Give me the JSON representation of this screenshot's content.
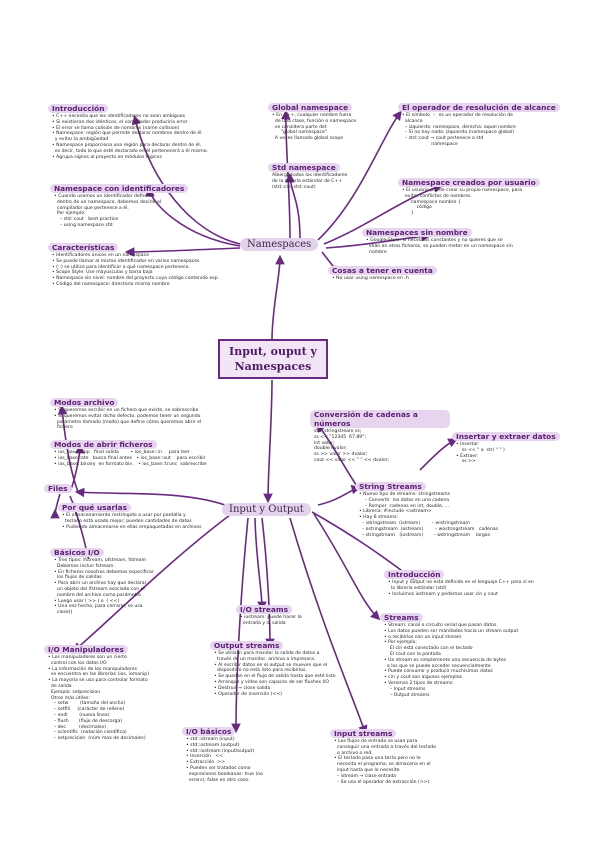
{
  "central": {
    "line1": "Input, ouput y",
    "line2": "Namespaces"
  },
  "hubs": {
    "namespaces": "Namespaces",
    "io": "Input y Output"
  },
  "blocks": {
    "introduccion": {
      "title": "Introducción",
      "lines": [
        "• C++ necesita que los identificadores no sean ambiguos",
        "• Si existieran dos idénticos, el compilador produciría error",
        "• El error se llama colisión de nombres (name collision)",
        "• Namespace: región que permite declarar nombres dentro de él",
        "  y evitar la ambigüedad",
        "• Namespace proporciona una región para declarar dentro de él,",
        "  es decir, todo lo que esté declarado en él pertenecerá a él mismo.",
        "• Agrupa signos al proyecto en módulos lógicos"
      ]
    },
    "ns_ident": {
      "title": "Namespace con identificadores",
      "lines": [
        "• Cuando usamos un identificador definido",
        "  dentro de un namespace, debemos decirle al",
        "  compilador que pertenece a él.",
        "  Por ejemplo:",
        "    – std::cout   best practice",
        "    – using namespace std"
      ]
    },
    "caracteristicas": {
      "title": "Características",
      "lines": [
        "• Identificadores únicos en un namespace",
        "• Se puede llamar al mismo identificador en varios namespaces",
        "• (::) se utiliza para identificar a qué namespace pertenece.",
        "• Scope Style: Use mayúsculas y barra baja",
        "• Namespace sin nivel: nombre del proyecto cuyo código contenido esp.",
        "• Código del namespace: directorio mismo nombre"
      ]
    },
    "global_ns": {
      "title": "Global namespace",
      "lines": [
        "• En C++, cualquier nombre fuera",
        "  de una clase, función o namespace",
        "  se considera parte del:",
        "      \"global namespace\"",
        "  A veces llamado global scope"
      ]
    },
    "std_ns": {
      "title": "Std namespace",
      "lines": [
        "Alberga todos los identificadores",
        "de la librería estándar de C++",
        "(std::cin, std::cout)"
      ]
    },
    "op_alcance": {
      "title": "El operador de resolución de alcance",
      "lines": [
        "• El símbolo  ::  es un operador de resolución de",
        "  alcance",
        "  – izquierda: namespace, derecha: aquel nombre",
        "  – Si no hay nada: izquierda (namespace global)",
        "  – std::cout → cout pertenece a std",
        "                    namespace"
      ]
    },
    "ns_usuario": {
      "title": "Namespace creados por usuario",
      "lines": [
        "• El usuario puede crear su propio namespace, para",
        "  evitar conflictos de nombres.",
        "      namespace nombre {",
        "          código",
        "      }"
      ]
    },
    "ns_sin_nombre": {
      "title": "Namespaces sin nombre",
      "lines": [
        "• Google-Style: si necesitas constantes y no quieres que se",
        "  vean en otros ficheros, se pueden meter en un namespace sin",
        "  nombre"
      ]
    },
    "cosas_cuenta": {
      "title": "Cosas a tener en cuenta",
      "lines": [
        "• No usar using namespace en .h"
      ]
    },
    "modos_archivo": {
      "title": "Modos archivo",
      "lines": [
        "• Si queremos escribir en un fichero que existe, se sobrescribe",
        "• Si queremos evitar dicho defecto, podemos tener un segundo",
        "  parámetro llamado (modo) que define cómo queremos abrir el",
        "  fichero"
      ]
    },
    "modos_abrir": {
      "title": "Modos de abrir ficheros",
      "lines": [
        "• ios_base::app   final salida        • ios_base::in     para leer",
        "• ios_base::ate   busca final antes   • ios_base::out    para escribir",
        "• ios_base::binary  en formato bin.   • ios_base::trunc  sobrescribe"
      ]
    },
    "files": {
      "title": "Files",
      "lines": []
    },
    "por_que_usarlas": {
      "title": "Por qué usarlas",
      "lines": [
        "• El almacenamiento restringido a usar por pantalla y",
        "  teclado está usado mejor; pueden cantidades de datos",
        "• Pudiendo almacenarse en ellas empaquetadas en archivos"
      ]
    },
    "basicos_io": {
      "title": "Básicos I/O",
      "lines": [
        "• Tres tipos: ifstream, ofstream, fstream",
        "  Debemos incluir fstream.",
        "• En ficheros nosotros debemos especificar",
        "  los flujos de salidas",
        "• Para abrir un archivo hay que declarar",
        "  un objeto del ifstream asociado con el",
        "  nombre del archivo como parámetro",
        "• Luego usar ( >> ) o  ( <<)",
        "• Una vez hecho, para cerrarlo, se usa",
        "  close()"
      ]
    },
    "io_manipuladores": {
      "title": "I/O Manipuladores",
      "lines": [
        "• Los manipuladores son un cierto",
        "  control con los datos I/O",
        "• La información de los manipuladores",
        "  se encuentra en las librerías (ios, iomanip)",
        "• La mayoría se usa para controlar formato",
        "  de salida",
        "  Ejemplo: setprecision",
        "  Otros más útiles:",
        "    – setw        (tamaño del ancho)",
        "    – setfill     (carácter de relleno)",
        "    – endl        (nueva línea)",
        "    – flush       (flujo de descarga)",
        "    – dec         (decimales)",
        "    – scientific  (notación científica)",
        "    – setprecision  (núm max de decimales)"
      ]
    },
    "io_streams": {
      "title": "I/O streams",
      "lines": [
        "• iostream: puede hacer la",
        "  entrada y la salida"
      ]
    },
    "output_streams": {
      "title": "Output streams",
      "lines": [
        "• Se utilizan para mandar la salida de datos a",
        "  través de un monitor, archivo o impresora.",
        "• Al escribir datos en el output se mueven que el",
        "  dispositivo no está listo para recibirlos.",
        "• Se quedan en el flujo de salida hasta que esté listo",
        "• Arranque y vídeo son capaces de ser flushes I/O",
        "• Destruir → close salida",
        "• Operador de inserción (<<)"
      ]
    },
    "io_basicos": {
      "title": "I/O básicos",
      "lines": [
        "• std::istream (input)",
        "• std::ostream (output)",
        "• std::iostream (input/output)",
        "• Inserción   <<",
        "• Extracción  >>",
        "• Pueden ser tratados como",
        "  expresiones booleanas: true (no",
        "  errors); false en otro caso."
      ]
    },
    "input_streams": {
      "title": "Input streams",
      "lines": [
        "• Los flujos de entrada se usan para",
        "  conseguir una entrada a través del teclado",
        "  o archivo o red.",
        "• El teclado pasa una tecla pero no le",
        "  necesita el programa, se almacena en el",
        "  input hasta que lo necesite",
        "  – istream → clase entrada",
        "  – Se usa el operador de extracción (>>)"
      ]
    },
    "conversion": {
      "title": "Conversión de cadenas a números",
      "lines": [
        "std::stringstream ss;",
        "ss << \"12345  67.89\";",
        "int valor;",
        "double dvalor;",
        "ss >> valor >> dvalor;",
        "cout << valor << \" \" << dvalor;"
      ]
    },
    "insertar_extraer": {
      "title": "Insertar y extraer datos",
      "lines": [
        "• Insertar:",
        "    ss << \" a  str( \" \" )",
        "• Extraer:",
        "    ss >>"
      ]
    },
    "string_streams": {
      "title": "String Streams",
      "lines": [
        "• Nuevo tipo de streams: stringstreams",
        "    – Convertir  los datos en una cadena",
        "    – Romper  cadenas en int, double, ...",
        "• Librería: #include <sstream>",
        "• Hay 6 streams:",
        "  – istringstream  (istream)        – wistringstream",
        "  – ostringstream  (ostream)        – wostringstream   cadenas",
        "  – stringstream   (iostream)       – wstringstream    largas"
      ]
    },
    "introduccion_io": {
      "title": "Introducción",
      "lines": [
        "• Input y output no está definido en el lenguaje C++ pero sí en",
        "  la librería estándar (std)",
        "• Incluimos iostream y podemos usar cin y cout"
      ]
    },
    "streams": {
      "title": "Streams",
      "lines": [
        "• Stream: canal o circuito serial que pasan datos",
        "• Los datos pueden ser mandados hacia un stream output",
        "• o recibirlos con un input stream",
        "• Por ejemplo:",
        "    El cin está conectado con el teclado",
        "    El cout con la pantalla",
        "• Un stream es simplemente una secuencia de bytes",
        "  a los que se puede acceder secuencialmente",
        "• Puede consumir y producir muchísimos datos",
        "• cin y cout son algunos ejemplos",
        "• Veremos 2 tipos de streams:",
        "    – Input streams",
        "    – Output streams"
      ]
    }
  },
  "colors": {
    "accent": "#6a2a82",
    "highlight": "#e2cdea",
    "text": "#262626"
  }
}
